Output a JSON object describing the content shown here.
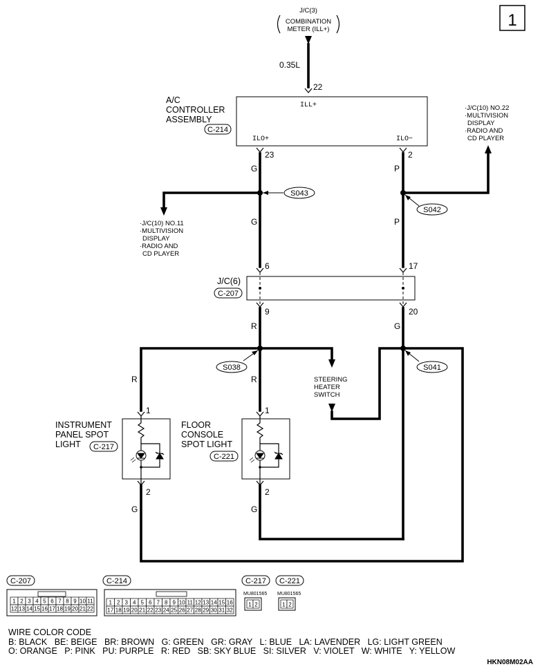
{
  "page_number": "1",
  "top_source": {
    "line1": "J/C(3)",
    "line2": "COMBINATION",
    "line3": "METER (ILL+)"
  },
  "wire_0_35L": "0.35L",
  "ac_controller": {
    "line1": "A/C",
    "line2": "CONTROLLER",
    "line3": "ASSEMBLY",
    "connector": "C-214",
    "pin_ill": "ILL+",
    "pin_ilo_plus": "ILO+",
    "pin_ilo_minus": "ILO−",
    "pin22": "22",
    "pin23": "23",
    "pin2": "2"
  },
  "wire_colors": {
    "g": "G",
    "p": "P",
    "r": "R"
  },
  "splices": {
    "s043": "S043",
    "s042": "S042",
    "s038": "S038",
    "s041": "S041"
  },
  "ref_left": {
    "line1": "·J/C(10) NO.11",
    "line2": "·MULTIVISION",
    "line3": "DISPLAY",
    "line4": "·RADIO AND",
    "line5": "CD PLAYER"
  },
  "ref_right": {
    "line1": "·J/C(10) NO.22",
    "line2": "·MULTIVISION",
    "line3": "DISPLAY",
    "line4": "·RADIO AND",
    "line5": "CD PLAYER"
  },
  "jc6": {
    "label": "J/C(6)",
    "connector": "C-207",
    "pin6": "6",
    "pin17": "17",
    "pin9": "9",
    "pin20": "20"
  },
  "steering": {
    "line1": "STEERING",
    "line2": "HEATER",
    "line3": "SWITCH"
  },
  "inst_light": {
    "line1": "INSTRUMENT",
    "line2": "PANEL SPOT",
    "line3": "LIGHT",
    "connector": "C-217",
    "pin1": "1",
    "pin2": "2"
  },
  "floor_light": {
    "line1": "FLOOR",
    "line2": "CONSOLE",
    "line3": "SPOT LIGHT",
    "connector": "C-221",
    "pin1": "1",
    "pin2": "2"
  },
  "connector_views": {
    "c207": {
      "label": "C-207",
      "row1": [
        "1",
        "2",
        "3",
        "4",
        "5",
        "6",
        "7",
        "8",
        "9",
        "10",
        "11"
      ],
      "row2": [
        "12",
        "13",
        "14",
        "15",
        "16",
        "17",
        "18",
        "19",
        "20",
        "21",
        "22"
      ]
    },
    "c214": {
      "label": "C-214",
      "row1": [
        "1",
        "2",
        "3",
        "4",
        "5",
        "6",
        "7",
        "8",
        "9",
        "10",
        "11",
        "12",
        "13",
        "14",
        "15",
        "16"
      ],
      "row2": [
        "17",
        "18",
        "19",
        "20",
        "21",
        "22",
        "23",
        "24",
        "25",
        "26",
        "27",
        "28",
        "29",
        "30",
        "31",
        "32"
      ]
    },
    "c217": {
      "label": "C-217",
      "part": "MU801565",
      "cells": [
        "1",
        "2"
      ]
    },
    "c221": {
      "label": "C-221",
      "part": "MU801565",
      "cells": [
        "1",
        "2"
      ]
    }
  },
  "legend": {
    "title": "WIRE COLOR CODE",
    "line1": "B: BLACK   BE: BEIGE   BR: BROWN   G: GREEN   GR: GRAY   L: BLUE   LA: LAVENDER   LG: LIGHT GREEN",
    "line2": "O: ORANGE   P: PINK   PU: PURPLE   R: RED   SB: SKY BLUE   SI: SILVER   V: VIOLET   W: WHITE   Y: YELLOW"
  },
  "figure_code": "HKN08M02AA"
}
